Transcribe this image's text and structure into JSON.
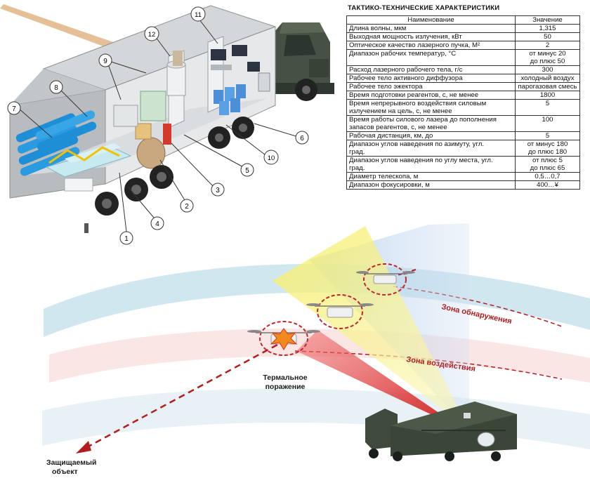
{
  "spec_table": {
    "title": "ТАКТИКО-ТЕХНИЧЕСКИЕ ХАРАКТЕРИСТИКИ",
    "headers": [
      "Наименование",
      "Значение"
    ],
    "rows": [
      {
        "name": [
          "Длина волны, мкм"
        ],
        "value": [
          "1,315"
        ]
      },
      {
        "name": [
          "Выходная мощность излучения, кВт"
        ],
        "value": [
          "50"
        ]
      },
      {
        "name": [
          "Оптическое качество лазерного пучка, М²"
        ],
        "value": [
          "2"
        ]
      },
      {
        "name": [
          "Диапазон рабочих температур, °С"
        ],
        "value": [
          "от минус 20",
          "до плюс 50"
        ]
      },
      {
        "name": [
          "Расход лазерного рабочего тела, г/с"
        ],
        "value": [
          "300"
        ]
      },
      {
        "name": [
          "Рабочее тело  активного диффузора"
        ],
        "value": [
          "холодный воздух"
        ]
      },
      {
        "name": [
          "Рабочее тело эжектора"
        ],
        "value": [
          "парогазовая смесь"
        ]
      },
      {
        "name": [
          "Время подготовки реагентов, с, не менее"
        ],
        "value": [
          "1800"
        ]
      },
      {
        "name": [
          "Время непрерывного воздействия силовым",
          "излучением на цель, с, не менее"
        ],
        "value": [
          "5"
        ]
      },
      {
        "name": [
          "Время работы силового лазера до пополнения",
          "запасов реагентов, с, не менее"
        ],
        "value": [
          "100"
        ]
      },
      {
        "name": [
          "Рабочая дистанция, км, до"
        ],
        "value": [
          "5"
        ]
      },
      {
        "name": [
          "Диапазон углов наведения по азимуту, угл.",
          "град."
        ],
        "value": [
          "от минус 180",
          "до плюс 180"
        ]
      },
      {
        "name": [
          "Диапазон углов наведения по углу места, угл.",
          "град."
        ],
        "value": [
          "от плюс 5",
          "до плюс 65"
        ]
      },
      {
        "name": [
          "Диаметр телескопа, м"
        ],
        "value": [
          "0,5…0,7"
        ]
      },
      {
        "name": [
          "Диапазон фокусировки, м"
        ],
        "value": [
          "400…¥"
        ]
      }
    ]
  },
  "callouts": [
    "1",
    "2",
    "3",
    "4",
    "5",
    "6",
    "7",
    "8",
    "9",
    "10",
    "11",
    "12"
  ],
  "scene": {
    "detection_zone": "Зона обнаружения",
    "impact_zone": "Зона воздействия",
    "thermal_damage": [
      "Термальное",
      "поражение"
    ],
    "protected_object": [
      "Защищаемый",
      "объект"
    ]
  },
  "colors": {
    "truck_green": "#3f4a3c",
    "container_grey": "#c9ccce",
    "oxygen_blue": "#1e8fd6",
    "detection_band": "#5aa8c8",
    "impact_band": "#e44c4c",
    "laser_red": "#e11b1b",
    "yellow_beam": "#f6ef6a",
    "blue_beam": "#9ec3e8"
  }
}
